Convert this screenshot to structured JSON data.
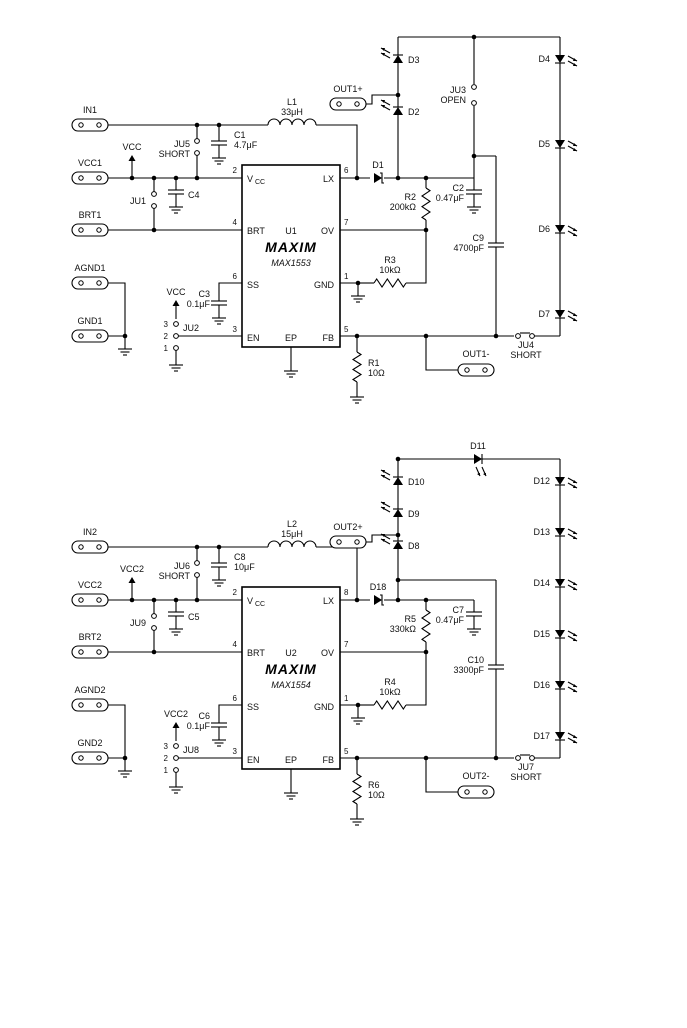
{
  "circuits": [
    {
      "ic": {
        "logo": "MAXIM",
        "part": "MAX1553",
        "ref": "U1",
        "pins": {
          "vcc": "V",
          "vcc_sub": "CC",
          "lx": "LX",
          "brt": "BRT",
          "ov": "OV",
          "ss": "SS",
          "gnd": "GND",
          "en": "EN",
          "ep": "EP",
          "fb": "FB"
        },
        "pin_numbers": {
          "vcc": "2",
          "lx": "6",
          "brt": "4",
          "ov": "7",
          "ss": "6",
          "gnd": "1",
          "en": "3",
          "fb": "5"
        }
      },
      "terminals": {
        "in": "IN1",
        "vcc": "VCC1",
        "brt": "BRT1",
        "agnd": "AGND1",
        "gnd": "GND1",
        "outp": "OUT1+",
        "outm": "OUT1-"
      },
      "rails": {
        "vcc_a": "VCC",
        "vcc_b": "VCC"
      },
      "jumpers": {
        "ju_in": "JU5",
        "ju_in_state": "SHORT",
        "ju_brt": "JU1",
        "ju_en": "JU2",
        "ju_en_pins": [
          "3",
          "2",
          "1"
        ],
        "ju_open": "JU3",
        "ju_open_state": "OPEN",
        "ju_out": "JU4",
        "ju_out_state": "SHORT"
      },
      "inductor": {
        "ref": "L1",
        "value": "33μH"
      },
      "caps": {
        "cin": "C1",
        "cin_value": "4.7μF",
        "cvcc": "C4",
        "css": "C3",
        "css_value": "0.1μF",
        "cout": "C2",
        "cout_value": "0.47μF",
        "cff": "C9",
        "cff_value": "4700pF"
      },
      "resistors": {
        "rov": "R2",
        "rov_value": "200kΩ",
        "rgnd": "R3",
        "rgnd_value": "10kΩ",
        "rfb": "R1",
        "rfb_value": "10Ω"
      },
      "schottky": "D1",
      "leds_left": [
        "D3",
        "D2"
      ],
      "led_top": "",
      "leds_right": [
        "D4",
        "D5",
        "D6",
        "D7"
      ]
    },
    {
      "ic": {
        "logo": "MAXIM",
        "part": "MAX1554",
        "ref": "U2",
        "pins": {
          "vcc": "V",
          "vcc_sub": "CC",
          "lx": "LX",
          "brt": "BRT",
          "ov": "OV",
          "ss": "SS",
          "gnd": "GND",
          "en": "EN",
          "ep": "EP",
          "fb": "FB"
        },
        "pin_numbers": {
          "vcc": "2",
          "lx": "8",
          "brt": "4",
          "ov": "7",
          "ss": "6",
          "gnd": "1",
          "en": "3",
          "fb": "5"
        }
      },
      "terminals": {
        "in": "IN2",
        "vcc": "VCC2",
        "brt": "BRT2",
        "agnd": "AGND2",
        "gnd": "GND2",
        "outp": "OUT2+",
        "outm": "OUT2-"
      },
      "rails": {
        "vcc_a": "VCC2",
        "vcc_b": "VCC2"
      },
      "jumpers": {
        "ju_in": "JU6",
        "ju_in_state": "SHORT",
        "ju_brt": "JU9",
        "ju_en": "JU8",
        "ju_en_pins": [
          "3",
          "2",
          "1"
        ],
        "ju_open": "",
        "ju_open_state": "",
        "ju_out": "JU7",
        "ju_out_state": "SHORT"
      },
      "inductor": {
        "ref": "L2",
        "value": "15μH"
      },
      "caps": {
        "cin": "C8",
        "cin_value": "10μF",
        "cvcc": "C5",
        "css": "C6",
        "css_value": "0.1μF",
        "cout": "C7",
        "cout_value": "0.47μF",
        "cff": "C10",
        "cff_value": "3300pF"
      },
      "resistors": {
        "rov": "R5",
        "rov_value": "330kΩ",
        "rgnd": "R4",
        "rgnd_value": "10kΩ",
        "rfb": "R6",
        "rfb_value": "10Ω"
      },
      "schottky": "D18",
      "leds_left": [
        "D10",
        "D9",
        "D8"
      ],
      "led_top": "D11",
      "leds_right": [
        "D12",
        "D13",
        "D14",
        "D15",
        "D16",
        "D17"
      ]
    }
  ]
}
